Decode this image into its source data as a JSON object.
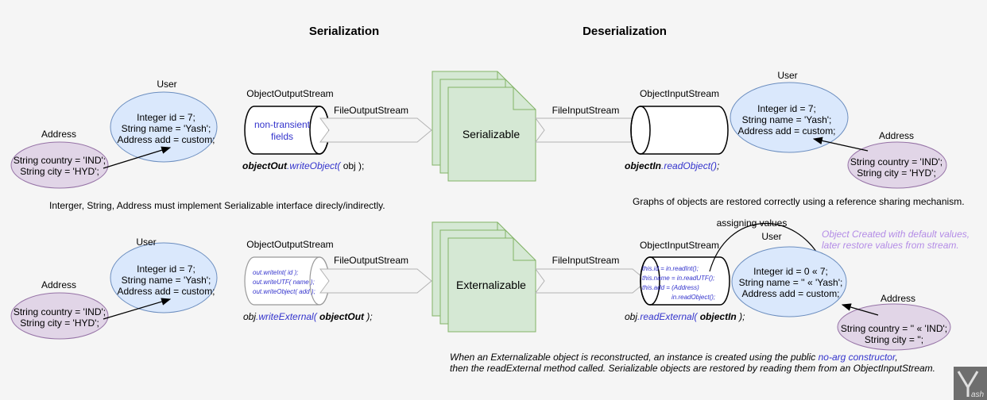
{
  "headings": {
    "serialization": "Serialization",
    "deserialization": "Deserialization"
  },
  "top": {
    "user_label": "User",
    "user_lines": [
      "Integer id = 7;",
      "String name = 'Yash';",
      "Address add = custom;"
    ],
    "address_label": "Address",
    "address_lines": [
      "String country = 'IND';",
      "String city = 'HYD';"
    ],
    "oos_label": "ObjectOutputStream",
    "oos_inner": [
      "non-transient",
      "fields"
    ],
    "fos_label": "FileOutputStream",
    "write_call": {
      "obj": "objectOut",
      "method": ".writeObject(",
      "arg": " obj );"
    },
    "doc_label": "Serializable",
    "fis_label": "FileInputStream",
    "ois_label": "ObjectInputStream",
    "read_call": {
      "obj": "objectIn",
      "method": ".readObject()",
      "end": ";"
    },
    "r_user_label": "User",
    "r_user_lines": [
      "Integer id = 7;",
      "String name = 'Yash';",
      "Address add = custom;"
    ],
    "r_address_label": "Address",
    "r_address_lines": [
      "String country = 'IND';",
      "String city = 'HYD';"
    ],
    "note_left": "Interger, String, Address must implement Serializable interface direcly/indirectly.",
    "note_right": "Graphs of objects are restored correctly using a reference sharing mechanism."
  },
  "bottom": {
    "user_label": "User",
    "user_lines": [
      "Integer id = 7;",
      "String name = 'Yash';",
      "Address add = custom;"
    ],
    "address_label": "Address",
    "address_lines": [
      "String country = 'IND';",
      "String city = 'HYD';"
    ],
    "oos_label": "ObjectOutputStream",
    "oos_inner": [
      "out.writeInt( id );",
      "out.writeUTF( name );",
      "out.writeObject( add );"
    ],
    "fos_label": "FileOutputStream",
    "write_call": {
      "obj": "obj",
      "method": ".writeExternal(",
      "arg": " objectOut",
      "end": " );"
    },
    "doc_label": "Externalizable",
    "fis_label": "FileInputStream",
    "ois_label": "ObjectInputStream",
    "ois_inner": [
      "this.id = in.readInt();",
      "this.name = in.readUTF();",
      "this.add = (Address)",
      "in.readObject();"
    ],
    "read_call": {
      "obj": "obj",
      "method": ".readExternal(",
      "arg": "  objectIn",
      "end": " );"
    },
    "assign_label": "assigning values",
    "r_user_label": "User",
    "r_user_lines": [
      "Integer id = 0 « 7;",
      "String name = '' « 'Yash';",
      "Address add = custom;"
    ],
    "r_address_label": "Address",
    "r_address_lines": [
      "String country = '' « 'IND';",
      "String city = '';"
    ],
    "default_note": [
      "Object Created with default values,",
      "later restore values from stream."
    ],
    "footer_lines": {
      "l1_a": "When an Externalizable object is reconstructed, an instance is created using the public ",
      "l1_link": "no-arg constructor",
      "l1_b": ",",
      "l2": "then the readExternal method called. Serializable objects are restored by reading them from an ObjectInputStream."
    }
  },
  "logo_text": "ash",
  "colors": {
    "user_fill": "#dae8fc",
    "user_stroke": "#6c8ebf",
    "addr_fill": "#e1d5e7",
    "addr_stroke": "#9673a6",
    "doc_fill": "#d5e8d4",
    "doc_stroke": "#82b366",
    "code_blue": "#3333cc",
    "note_lavender": "#b48ce6"
  }
}
